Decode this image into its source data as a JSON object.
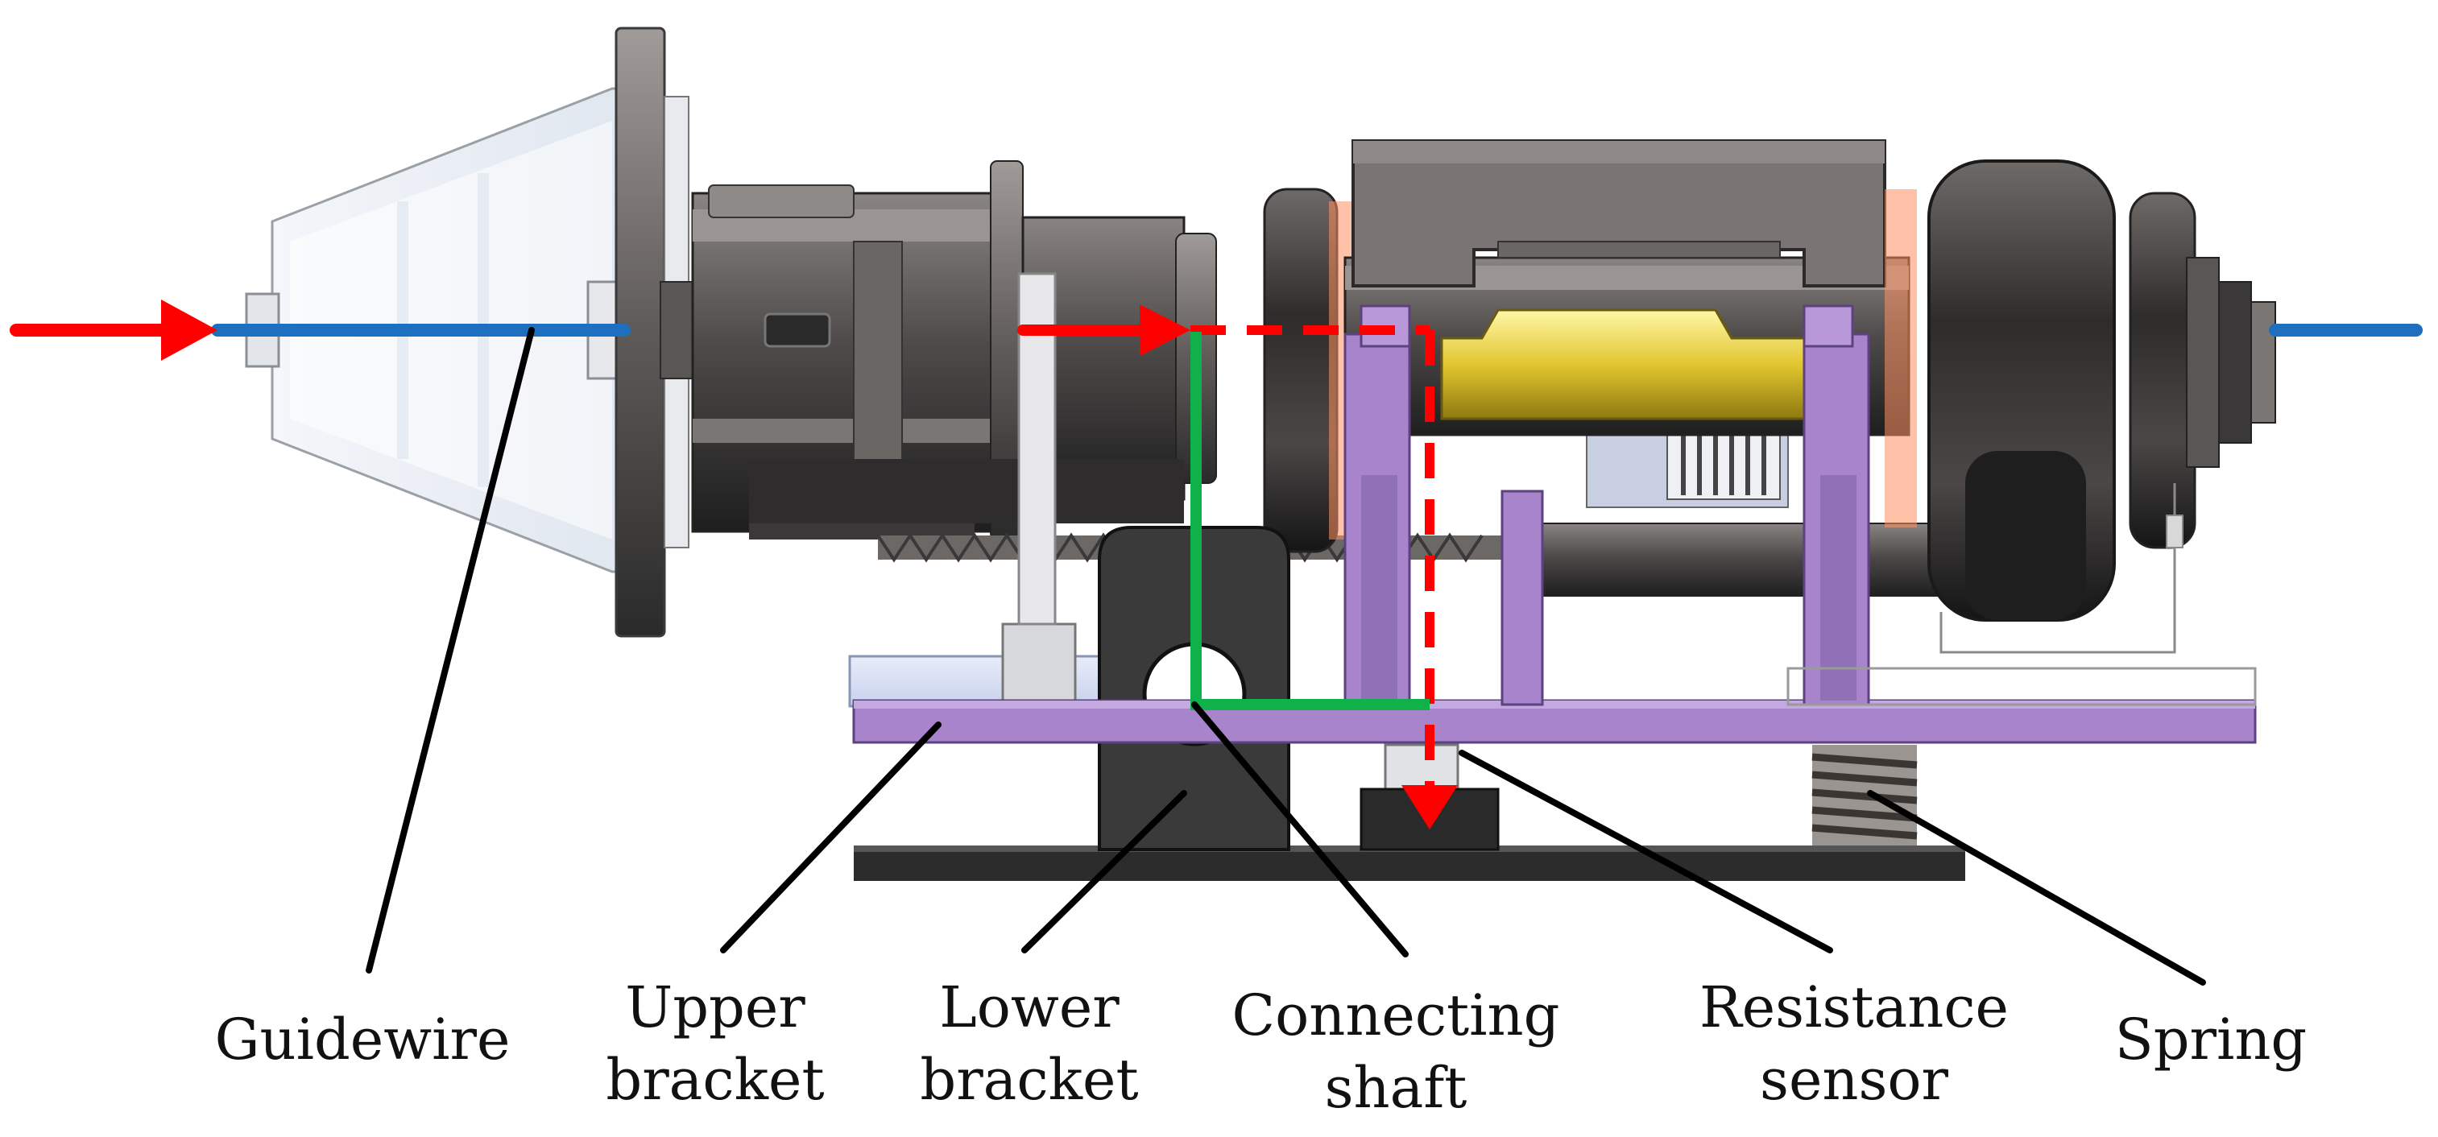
{
  "labels": {
    "guidewire": "Guidewire",
    "upper_bracket": [
      "Upper",
      "bracket"
    ],
    "lower_bracket": [
      "Lower",
      "bracket"
    ],
    "connecting_shaft": [
      "Connecting",
      "shaft"
    ],
    "resistance_sensor": [
      "Resistance",
      "sensor"
    ],
    "spring": "Spring"
  },
  "colors": {
    "guidewire": "#1f6fc0",
    "force_arrow": "#ff0000",
    "lever_path": "#10b04a",
    "bracket": "#a884cc",
    "base": "#2c2c2c",
    "metal_dark": "#3a3a3a",
    "metal_mid": "#7a7572",
    "brass": "#e8d040",
    "leader": "#000000"
  },
  "icons": [
    "direction-arrow-icon"
  ]
}
